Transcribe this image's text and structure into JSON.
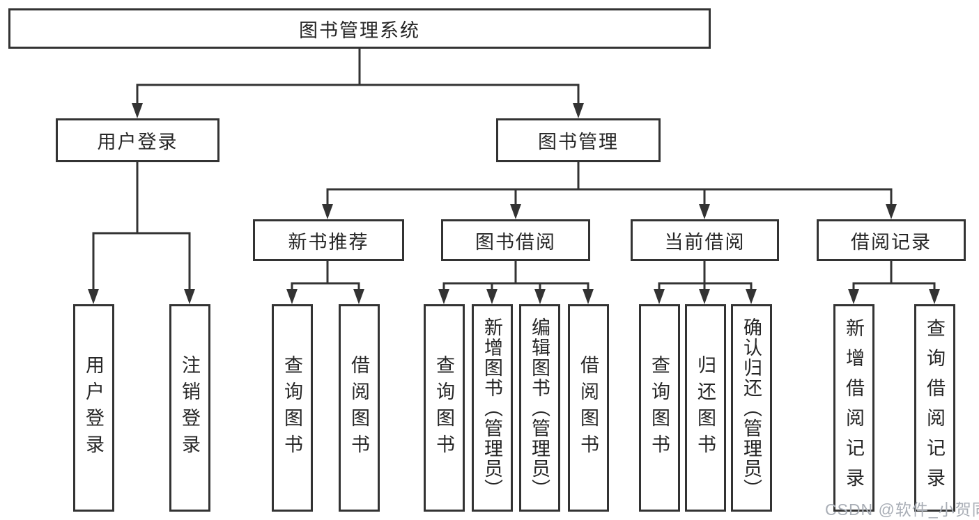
{
  "tree": {
    "label": "图书管理系统",
    "children": [
      {
        "label": "用户登录",
        "children": [
          {
            "label": "用户登录"
          },
          {
            "label": "注销登录"
          }
        ]
      },
      {
        "label": "图书管理",
        "children": [
          {
            "label": "新书推荐",
            "children": [
              {
                "label": "查询图书"
              },
              {
                "label": "借阅图书"
              }
            ]
          },
          {
            "label": "图书借阅",
            "children": [
              {
                "label": "查询图书"
              },
              {
                "label": "新增图书（管理员）"
              },
              {
                "label": "编辑图书（管理员）"
              },
              {
                "label": "借阅图书"
              }
            ]
          },
          {
            "label": "当前借阅",
            "children": [
              {
                "label": "查询图书"
              },
              {
                "label": "归还图书"
              },
              {
                "label": "确认归还（管理员）"
              }
            ]
          },
          {
            "label": "借阅记录",
            "children": [
              {
                "label": "新增借阅记录"
              },
              {
                "label": "查询借阅记录"
              }
            ]
          }
        ]
      }
    ]
  },
  "watermark": {
    "text": "CSDN @软件_小贺同学"
  },
  "colors": {
    "line": "#333333",
    "node_border": "#333333",
    "text": "#262626",
    "watermark": "#a9aeb6",
    "background": "#ffffff"
  }
}
